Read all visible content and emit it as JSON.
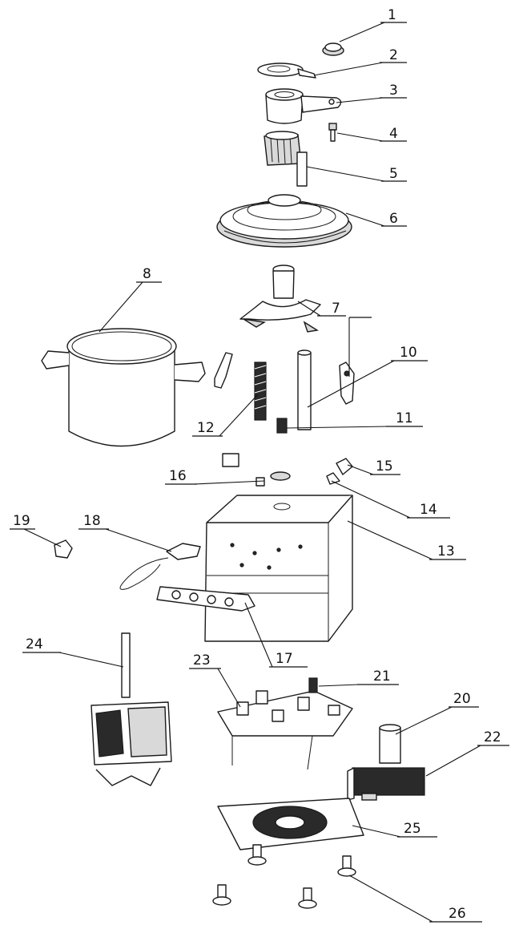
{
  "callouts": [
    {
      "id": "1",
      "label": "1"
    },
    {
      "id": "2",
      "label": "2"
    },
    {
      "id": "3",
      "label": "3"
    },
    {
      "id": "4",
      "label": "4"
    },
    {
      "id": "5",
      "label": "5"
    },
    {
      "id": "6",
      "label": "6"
    },
    {
      "id": "7",
      "label": "7"
    },
    {
      "id": "8",
      "label": "8"
    },
    {
      "id": "10",
      "label": "10"
    },
    {
      "id": "11",
      "label": "11"
    },
    {
      "id": "12",
      "label": "12"
    },
    {
      "id": "13",
      "label": "13"
    },
    {
      "id": "14",
      "label": "14"
    },
    {
      "id": "15",
      "label": "15"
    },
    {
      "id": "16",
      "label": "16"
    },
    {
      "id": "17",
      "label": "17"
    },
    {
      "id": "18",
      "label": "18"
    },
    {
      "id": "19",
      "label": "19"
    },
    {
      "id": "20",
      "label": "20"
    },
    {
      "id": "21",
      "label": "21"
    },
    {
      "id": "22",
      "label": "22"
    },
    {
      "id": "23",
      "label": "23"
    },
    {
      "id": "24",
      "label": "24"
    },
    {
      "id": "25",
      "label": "25"
    },
    {
      "id": "26",
      "label": "26"
    }
  ]
}
